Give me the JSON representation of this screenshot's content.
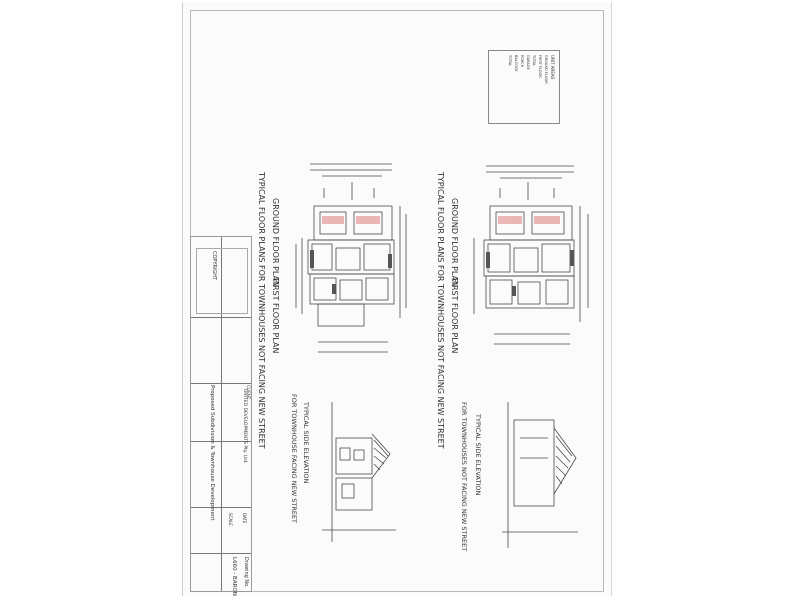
{
  "titles": {
    "floor_plans_left": "TYPICAL FLOOR PLANS FOR TOWNHOUSES NOT FACING NEW STREET",
    "ground_left": "GROUND FLOOR PLAN",
    "first_left": "FIRST FLOOR PLAN",
    "floor_plans_right": "TYPICAL FLOOR PLANS FOR TOWNHOUSES NOT FACING NEW STREET",
    "ground_right": "GROUND FLOOR PLAN",
    "first_right": "FIRST FLOOR PLAN",
    "side_elevation_title": "TYPICAL SIDE ELEVATION",
    "side_elevation_sub": "FOR TOWNHOUSES NOT FACING NEW STREET",
    "street_elevation_title": "TYPICAL SIDE ELEVATION",
    "street_elevation_sub": "FOR TOWNHOUSE FACING NEW STREET"
  },
  "unit_areas": {
    "heading": "UNIT AREAS",
    "rows": [
      "GROUND FLOOR",
      "FIRST FLOOR",
      "TOTAL",
      "GARAGE",
      "PORCH",
      "BALCONY",
      "TOTAL"
    ]
  },
  "title_block": {
    "client_label": "CLIENT",
    "client": "UNITED DEVELOPMENTS Pty. Ltd.",
    "project": "Proposed Subdivision & Townhouse Development",
    "drawing_label": "Drawing No.",
    "drawing_no": "L660 - BARON",
    "date_label": "DATE",
    "scale_label": "SCALE",
    "copyright": "COPYRIGHT"
  },
  "colors": {
    "line": "#4a4a4a",
    "hatch": "#d98a8a",
    "paper": "#fbfbfb"
  }
}
